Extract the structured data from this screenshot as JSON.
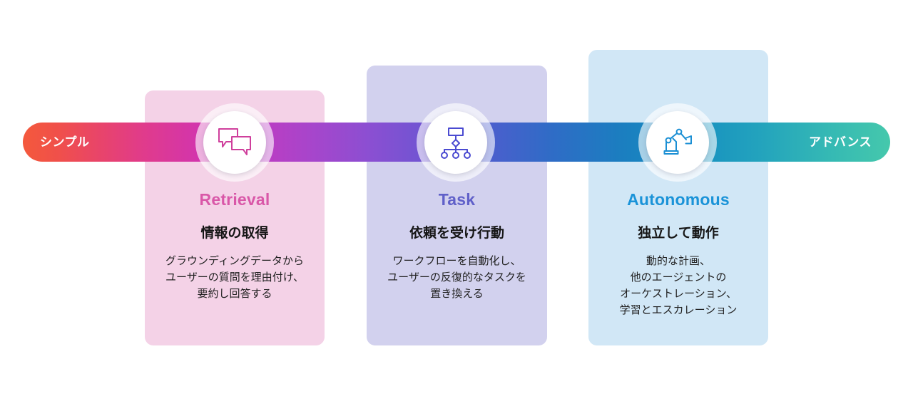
{
  "spectrum": {
    "left_label": "シンプル",
    "right_label": "アドバンス",
    "gradient_start_color": "#f4593c",
    "gradient_mid_color": "#8b4fd2",
    "gradient_end_color": "#45c8ac"
  },
  "stages": [
    {
      "icon": "chat-bubbles-icon",
      "title": "Retrieval",
      "subtitle": "情報の取得",
      "description": "グラウンディングデータから\nユーザーの質問を理由付け、\n要約し回答する",
      "card_color": "#f4d2e7",
      "accent_color": "#d957a8"
    },
    {
      "icon": "workflow-hierarchy-icon",
      "title": "Task",
      "subtitle": "依頼を受け行動",
      "description": "ワークフローを自動化し、\nユーザーの反復的なタスクを\n置き換える",
      "card_color": "#d2d1ee",
      "accent_color": "#6060c9"
    },
    {
      "icon": "robot-arm-icon",
      "title": "Autonomous",
      "subtitle": "独立して動作",
      "description": "動的な計画、\n他のエージェントの\nオーケストレーション、\n学習とエスカレーション",
      "card_color": "#d1e7f6",
      "accent_color": "#1a93d8"
    }
  ]
}
